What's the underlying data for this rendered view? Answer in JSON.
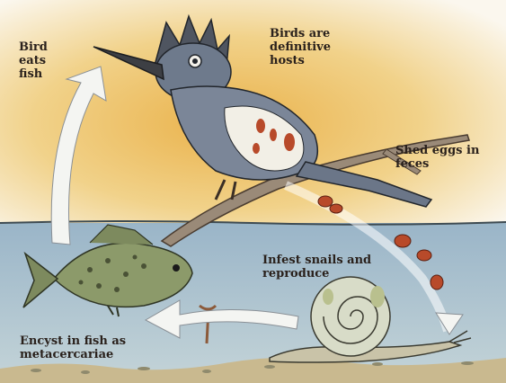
{
  "labels": {
    "bird_eats_fish": "Bird\neats\nfish",
    "birds_hosts": "Birds are\ndefinitive\nhosts",
    "shed_eggs": "Shed eggs in\nfeces",
    "infest_snails": "Infest snails and\nreproduce",
    "encyst_fish": "Encyst in fish as\nmetacercariae"
  },
  "colors": {
    "sky_warm": "#e9b14a",
    "water": "#9db8c9",
    "arrow": "#f4f5f2",
    "egg": "#b84a2a",
    "bird_plumage": "#6e7a8c",
    "snail_shell": "#d8dcc8",
    "fish": "#8c9a6a"
  }
}
